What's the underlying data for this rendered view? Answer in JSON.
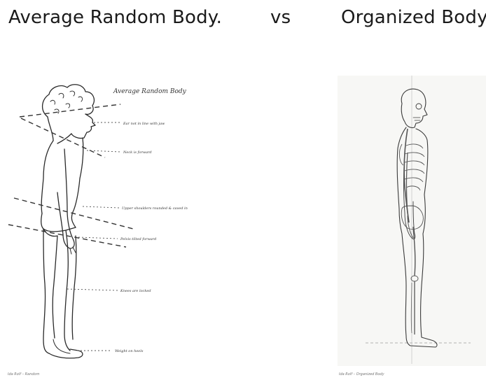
{
  "titles": {
    "left": "Average Random Body.",
    "vs": "vs",
    "right": "Organized Body"
  },
  "left_figure": {
    "heading": "Average Random Body",
    "notes": [
      "Ear not in line with jaw",
      "Neck is forward",
      "Upper shoulders rounded & caved in",
      "Pelvis tilted forward",
      "Knees are locked",
      "Weight on heels"
    ],
    "caption": "Ida Rolf – Random"
  },
  "right_figure": {
    "caption": "Ida Rolf – Organized Body"
  }
}
